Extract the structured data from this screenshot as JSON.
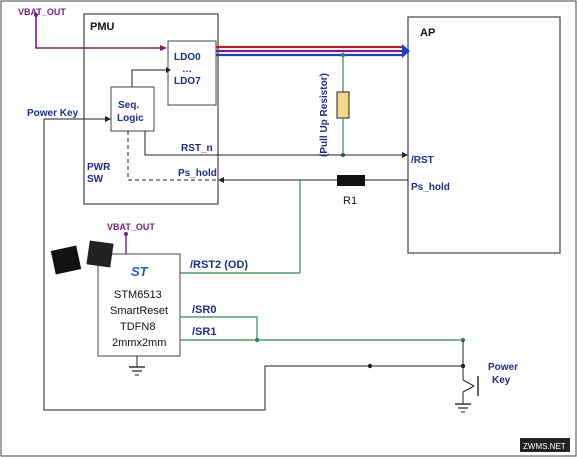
{
  "labels": {
    "vbat_top": "VBAT_OUT",
    "pmu": "PMU",
    "ap": "AP",
    "ldo0": "LDO0",
    "ldo_dots": "…",
    "ldo7": "LDO7",
    "seq_line1": "Seq.",
    "seq_line2": "Logic",
    "power_key_left": "Power Key",
    "pwr": "PWR",
    "sw": "SW",
    "rst_n": "RST_n",
    "ps_hold_left": "Ps_hold",
    "pull_up": "(Pull Up Resistor)",
    "rst_ap": "/RST",
    "ps_hold_ap": "Ps_hold",
    "r1": "R1",
    "vbat_mid": "VBAT_OUT",
    "st_logo": "ST",
    "rst2": "/RST2 (OD)",
    "sr0": "/SR0",
    "sr1": "/SR1",
    "chip_line1": "STM6513",
    "chip_line2": "SmartReset",
    "chip_line3": "TDFN8",
    "chip_line4": "2mmx2mm",
    "power_key_right_1": "Power",
    "power_key_right_2": "Key",
    "watermark": "ZWMS.NET"
  },
  "colors": {
    "vbat": "#7a1f7a",
    "label_blue": "#1a2f8c",
    "green": "#2e8b57",
    "red_rail": "#b22222",
    "blue_rail": "#1f3fbf",
    "resistor_fill": "#f2d98a"
  }
}
